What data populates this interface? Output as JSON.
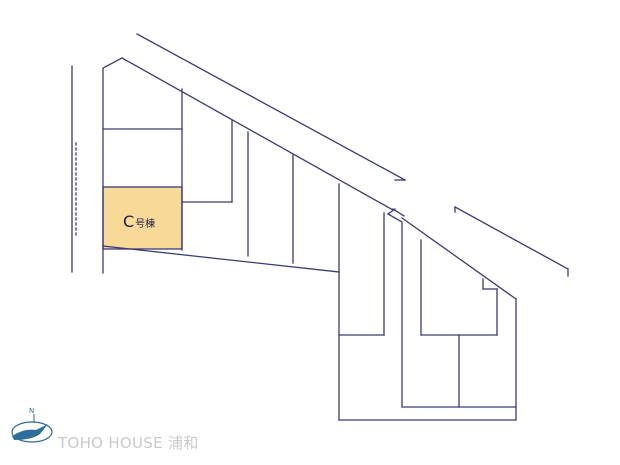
{
  "map": {
    "highlight_lot": {
      "id_letter": "C",
      "suffix": "号棟",
      "fill_color": "#f7d998",
      "line_color": "#3a3a78"
    },
    "compass": {
      "north_letter": "N",
      "icon": "compass-icon",
      "color": "#2f6e99"
    },
    "brand": {
      "name": "TOHO HOUSE 浦和",
      "color": "#c9c9c9"
    }
  }
}
